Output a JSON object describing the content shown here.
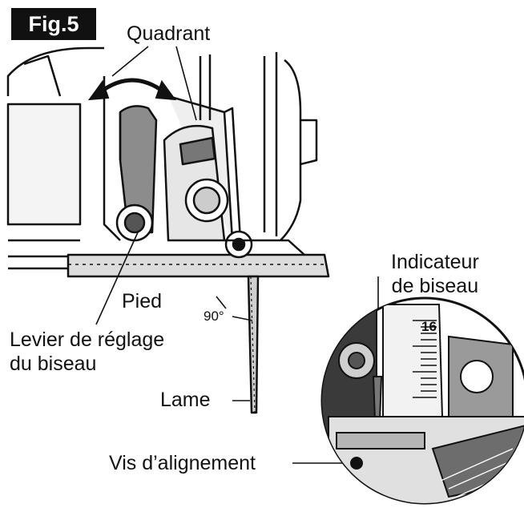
{
  "figure_label": "Fig.5",
  "labels": {
    "quadrant": "Quadrant",
    "indicateur_line1": "Indicateur",
    "indicateur_line2": "de biseau",
    "pied": "Pied",
    "angle": "90°",
    "levier_line1": "Levier de réglage",
    "levier_line2": "du biseau",
    "lame": "Lame",
    "vis": "Vis d’alignement",
    "scale_number": "16"
  },
  "colors": {
    "ink": "#111111",
    "gray_fill": "#8c8c8c",
    "light_fill": "#e6e6e6",
    "background": "#ffffff"
  }
}
